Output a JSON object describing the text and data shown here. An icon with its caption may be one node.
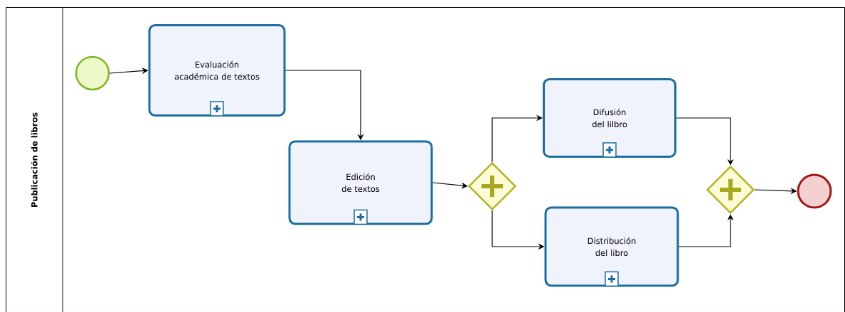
{
  "diagram": {
    "nodes": [
      {
        "text": [
          "Publicación de libros"
        ]
      },
      {
        "text": [],
        "shape": "circle",
        "in": 0
      },
      {
        "text": [
          "Evaluación académica de textos"
        ],
        "in": 0
      },
      {
        "text": [
          "Edición de textos"
        ],
        "in": 0
      },
      {
        "text": [],
        "shape": "diamond",
        "in": 0
      },
      {
        "text": [
          "Difusión del lilbro"
        ],
        "in": 0
      },
      {
        "text": [
          "Distribución del libro"
        ],
        "in": 0
      },
      {
        "text": [],
        "shape": "diamond",
        "in": 0
      },
      {
        "text": [],
        "shape": "circle",
        "in": 0
      }
    ],
    "edges": [
      {
        "from": 1,
        "to": 2,
        "arrow": "to"
      },
      {
        "from": 2,
        "to": 3,
        "arrow": "to"
      },
      {
        "from": 3,
        "to": 4,
        "arrow": "to"
      },
      {
        "from": 4,
        "to": 5,
        "arrow": "to"
      },
      {
        "from": 4,
        "to": 6,
        "arrow": "to"
      },
      {
        "from": 5,
        "to": 7,
        "arrow": "to"
      },
      {
        "from": 6,
        "to": 7,
        "arrow": "to"
      },
      {
        "from": 7,
        "to": 8,
        "arrow": "to"
      }
    ]
  }
}
